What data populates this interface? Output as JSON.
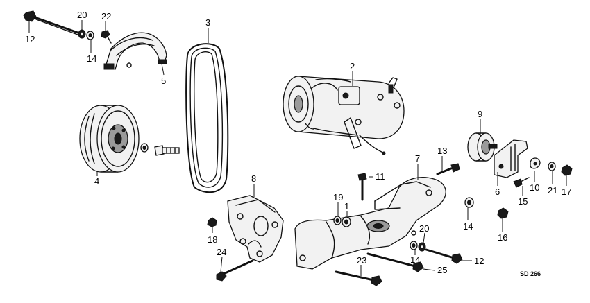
{
  "diagram": {
    "code": "SD 266",
    "callouts": {
      "c1": "1",
      "c2": "2",
      "c3": "3",
      "c4": "4",
      "c5": "5",
      "c6": "6",
      "c7": "7",
      "c8": "8",
      "c9": "9",
      "c10": "10",
      "c11": "11",
      "c12a": "12",
      "c12b": "12",
      "c13": "13",
      "c14a": "14",
      "c14b": "14",
      "c14c": "14",
      "c15": "15",
      "c16": "16",
      "c17": "17",
      "c18": "18",
      "c19": "19",
      "c20a": "20",
      "c20b": "20",
      "c21": "21",
      "c22": "22",
      "c23": "23",
      "c24": "24",
      "c25": "25"
    }
  }
}
